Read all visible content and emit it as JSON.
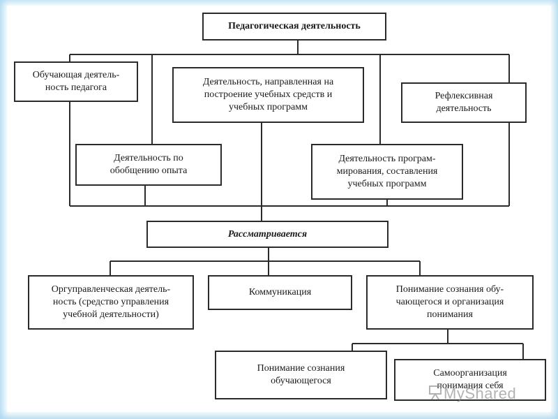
{
  "nodes": {
    "root": "Педагогическая деятельность",
    "teaching": "Обучающая деятель-\nность педагога",
    "tools": "Деятельность, направленная на\nпостроение учебных средств и\nучебных программ",
    "reflexive": "Рефлексивная\nдеятельность",
    "generalization": "Деятельность по\nобобщению опыта",
    "programming": "Деятельность програм-\nмирования, составления\nучебных программ",
    "considered": "Рассматривается",
    "orgmanagement": "Оргуправленческая деятель-\nность (средство управления\nучебной деятельности)",
    "communication": "Коммуникация",
    "understanding": "Понимание сознания обу-\nчающегося и организация\nпонимания",
    "learner_consciousness": "Понимание сознания\nобучающегося",
    "self_organization": "Самоорганизация\nпонимания себя"
  },
  "watermark": "MyShared"
}
